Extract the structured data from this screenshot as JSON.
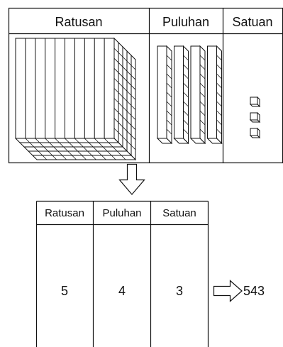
{
  "top_table": {
    "headers": [
      "Ratusan",
      "Puluhan",
      "Satuan"
    ],
    "blocks": {
      "hundreds": 5,
      "tens": 4,
      "ones": 3
    }
  },
  "bottom_table": {
    "headers": [
      "Ratusan",
      "Puluhan",
      "Satuan"
    ],
    "values": [
      "5",
      "4",
      "3"
    ]
  },
  "result": "543",
  "colors": {
    "line": "#111111",
    "background": "#ffffff"
  }
}
